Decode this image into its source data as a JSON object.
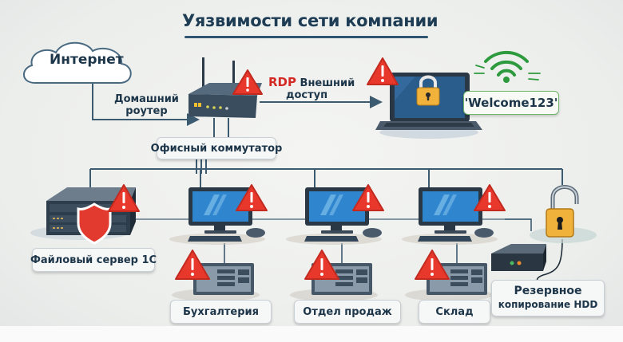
{
  "title": "Уязвимости сети компании",
  "nodes": {
    "internet": {
      "label": "Интернет"
    },
    "router": {
      "label_line1": "Домашний",
      "label_line2": "роутер"
    },
    "rdp": {
      "protocol": "RDP",
      "label_line1": "Внешний",
      "label_line2": "доступ"
    },
    "switch": {
      "label": "Офисный коммутатор"
    },
    "laptop": {
      "password": "'Welcome123'"
    },
    "file_server": {
      "label": "Файловый сервер 1С"
    },
    "departments": [
      {
        "label": "Бухгалтерия"
      },
      {
        "label": "Отдел продаж"
      },
      {
        "label": "Склад"
      }
    ],
    "backup": {
      "label_line1": "Резервное",
      "label_line2": "копирование HDD"
    }
  },
  "icons": {
    "warning": "warning-triangle-icon",
    "lock_closed": "padlock-closed-icon",
    "lock_open": "padlock-open-icon",
    "wifi": "wifi-icon",
    "shield": "shield-icon"
  },
  "colors": {
    "title": "#1e3d55",
    "line": "#3c5a70",
    "warning": "#e8382c",
    "rdp": "#d42a25",
    "wifi": "#2e9a3e",
    "lock": "#f0b23a",
    "screen": "#2f86cf"
  }
}
